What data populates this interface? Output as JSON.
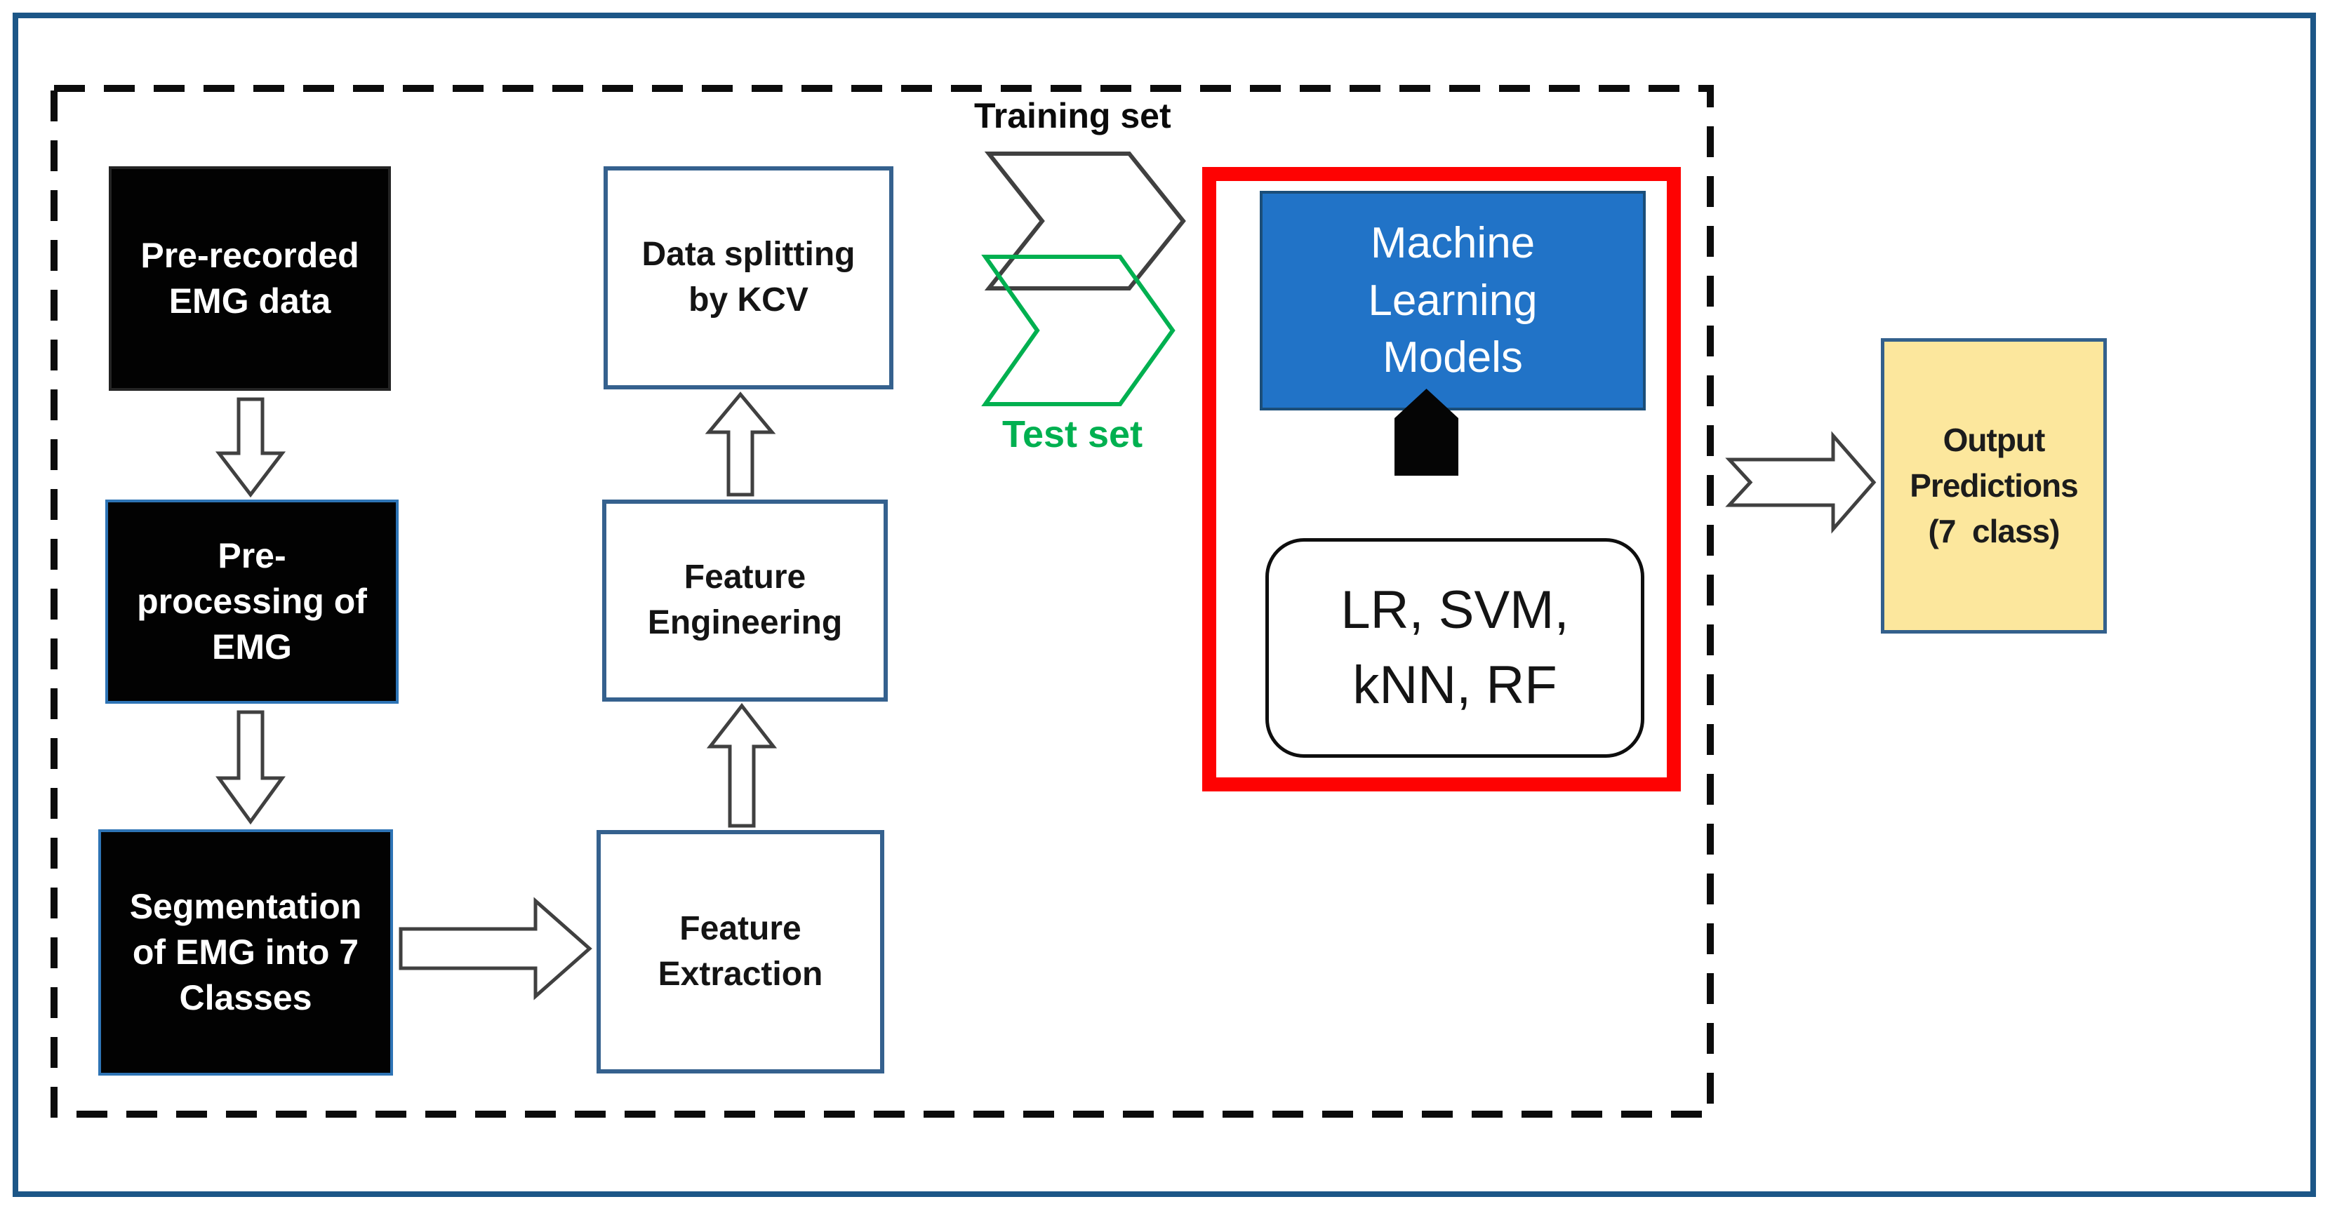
{
  "left_column": [
    {
      "label": "Pre-recorded EMG data",
      "lines": [
        "Pre-recorded",
        "EMG data"
      ]
    },
    {
      "label": "Pre-processing of EMG",
      "lines": [
        "Pre-",
        "processing of",
        "EMG"
      ]
    },
    {
      "label": "Segmentation of EMG into 7 Classes",
      "lines": [
        "Segmentation",
        "of EMG into 7",
        "Classes"
      ]
    }
  ],
  "middle_column": [
    {
      "label": "Data splitting by KCV",
      "lines": [
        "Data splitting",
        "by KCV"
      ]
    },
    {
      "label": "Feature Engineering",
      "lines": [
        "Feature",
        "Engineering"
      ]
    },
    {
      "label": "Feature Extraction",
      "lines": [
        "Feature",
        "Extraction"
      ]
    }
  ],
  "split": {
    "training_label": "Training set",
    "test_label": "Test set"
  },
  "ml": {
    "model_label": "Machine Learning Models",
    "model_lines": [
      "Machine",
      "Learning",
      "Models"
    ],
    "algorithms_label": "LR, SVM, kNN, RF",
    "algorithm_lines": [
      "LR, SVM,",
      "kNN, RF"
    ]
  },
  "output": {
    "label": "Output Predictions (7 class)",
    "lines": [
      "Output",
      "Predictions",
      "(7  class)"
    ]
  },
  "icons": {
    "down_arrow": "down-block-arrow",
    "up_arrow": "up-block-arrow",
    "right_arrow": "right-block-arrow",
    "notched_right_arrow": "notched-right-block-arrow",
    "training_chevron": "chevron-right-dark",
    "test_chevron": "chevron-right-green",
    "model_input_arrow": "black-up-arrow"
  },
  "colors": {
    "frame_blue": "#1C5687",
    "box_border_blue": "#2E74B5",
    "middle_border_blue": "#35618E",
    "ml_fill_blue": "#2173C7",
    "yellow_fill": "#FCE79D",
    "red_highlight": "#FE0202",
    "green_accent": "#00B050",
    "arrow_stroke_gray": "#404040",
    "black_fill": "#020202"
  }
}
